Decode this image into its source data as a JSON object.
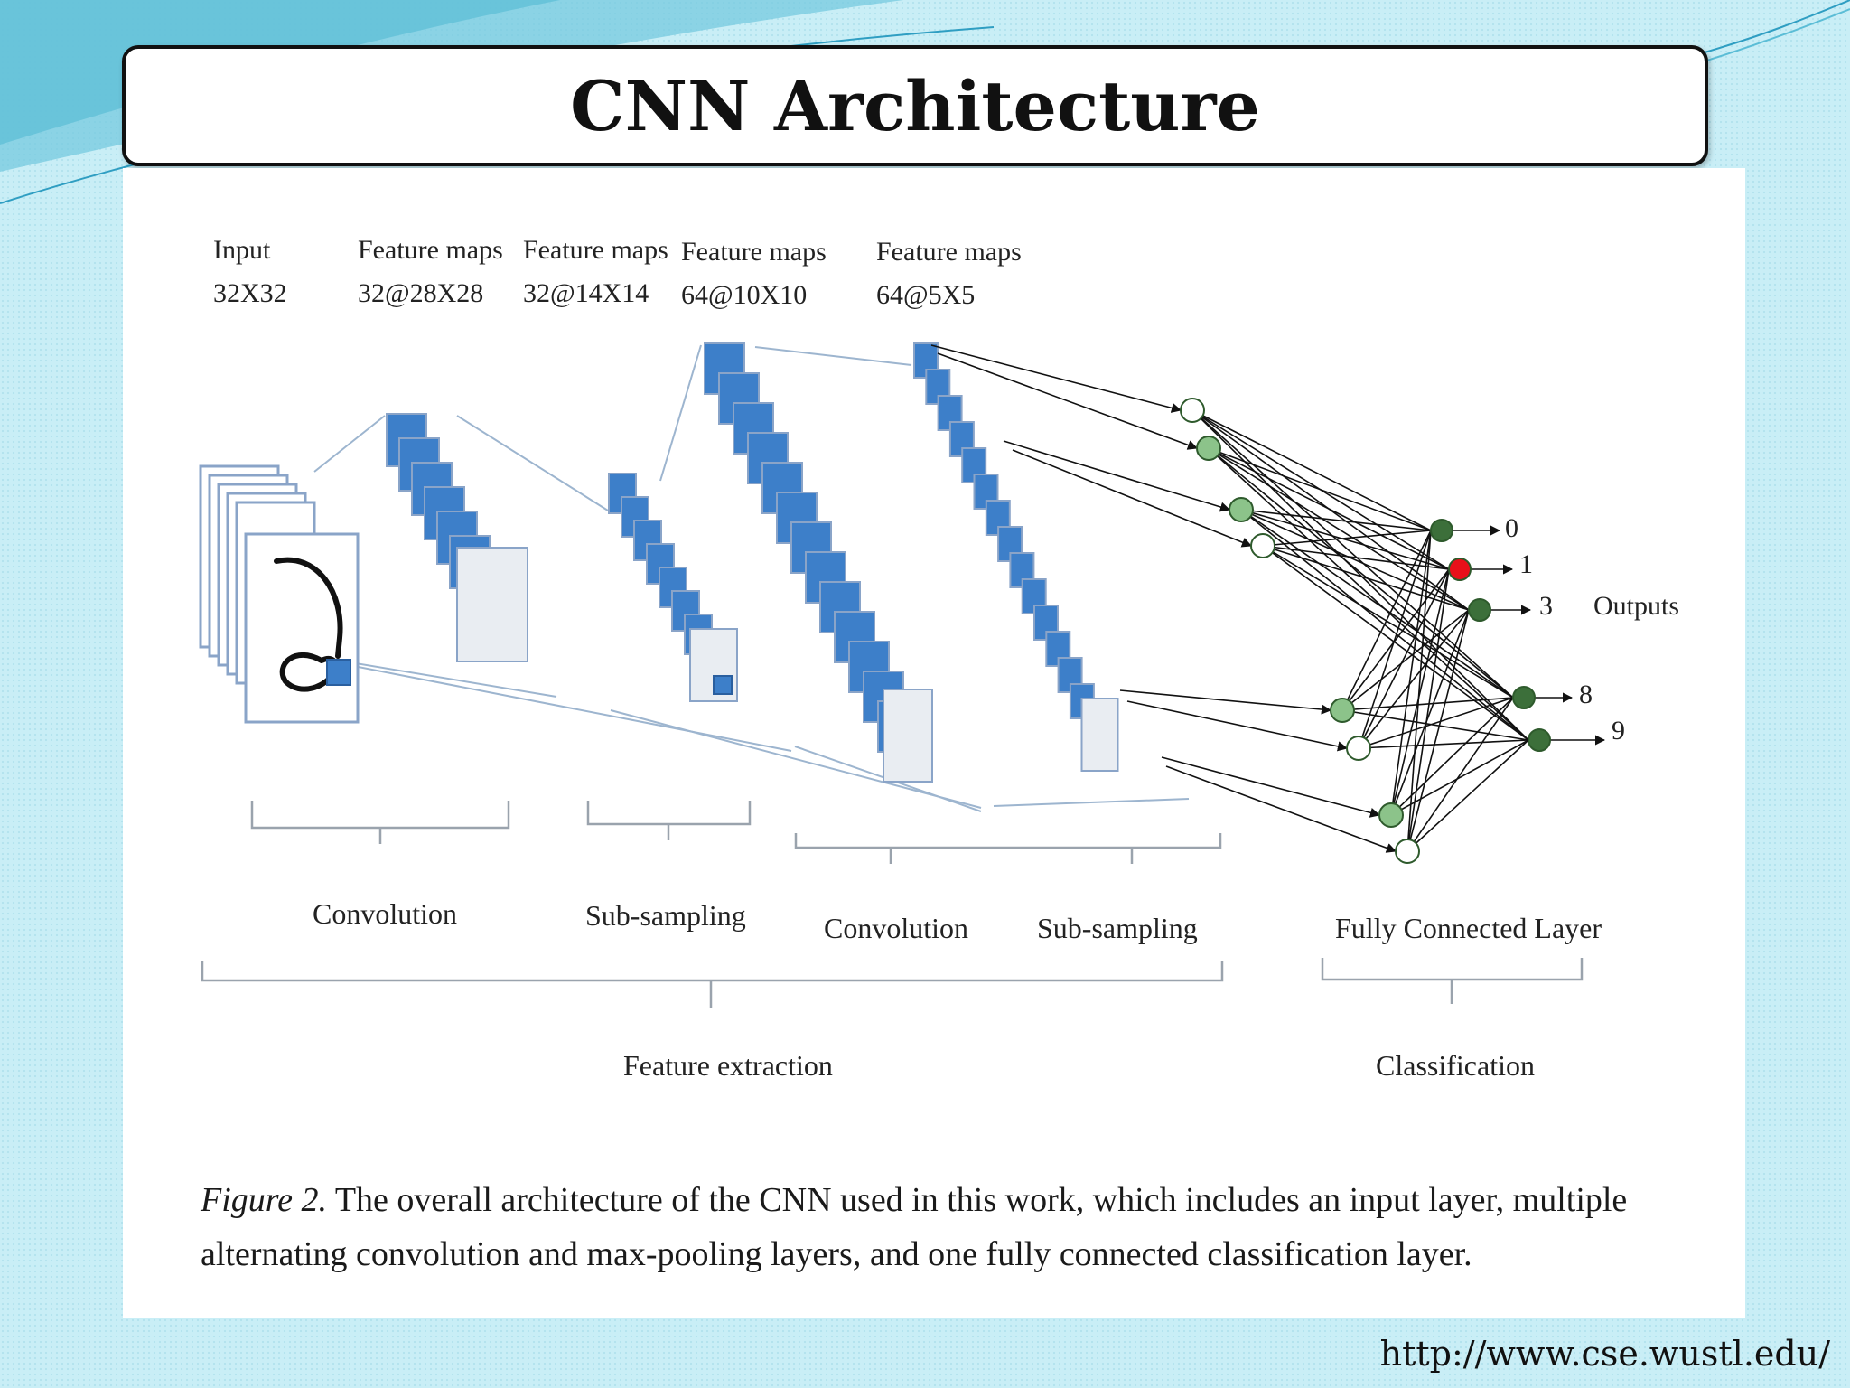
{
  "slide": {
    "title": "CNN Architecture",
    "source_url": "http://www.cse.wustl.edu/"
  },
  "diagram": {
    "layers": [
      {
        "name": "Input",
        "size": "32X32"
      },
      {
        "name": "Feature maps",
        "size": "32@28X28"
      },
      {
        "name": "Feature maps",
        "size": "32@14X14"
      },
      {
        "name": "Feature maps",
        "size": "64@10X10"
      },
      {
        "name": "Feature maps",
        "size": "64@5X5"
      }
    ],
    "operations": [
      "Convolution",
      "Sub-sampling",
      "Convolution",
      "Sub-sampling",
      "Fully Connected Layer"
    ],
    "groups": [
      "Feature extraction",
      "Classification"
    ],
    "outputs": {
      "label": "Outputs",
      "values": [
        "0",
        "1",
        "3",
        "8",
        "9"
      ]
    },
    "colors": {
      "map_fill": "#3d7fc9",
      "map_border": "#8aa4c8",
      "node_green": "#8cc38a",
      "node_dark": "#3c6f3a",
      "node_active": "#e8101a"
    }
  },
  "caption": {
    "label": "Figure 2.",
    "text": " The overall architecture of the CNN used in this work, which includes an input layer, multiple alternating convolution and max-pooling layers, and one fully connected classification layer."
  }
}
